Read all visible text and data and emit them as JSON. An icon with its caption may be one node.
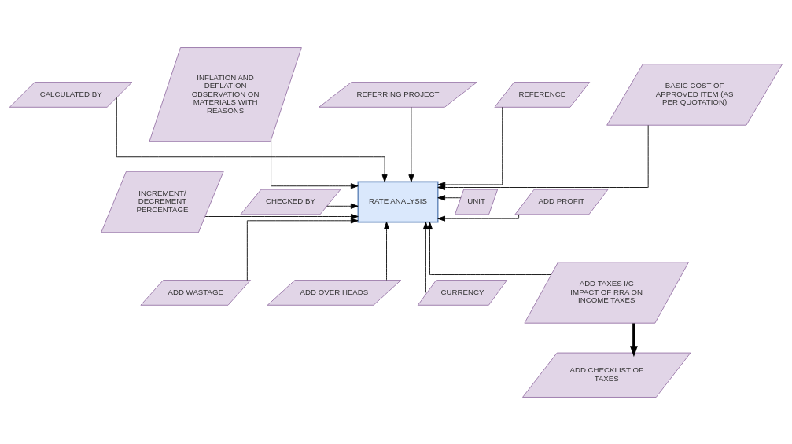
{
  "diagram": {
    "nodes": [
      {
        "text": [
          "CALCULATED BY"
        ]
      },
      {
        "text": [
          "INFLATION AND DEFLATION OBSERVATION ON MATERIALS WITH REASONS"
        ]
      },
      {
        "text": [
          "REFERRING PROJECT"
        ]
      },
      {
        "text": [
          "REFERENCE"
        ]
      },
      {
        "text": [
          "BASIC COST OF APPROVED ITEM (AS PER QUOTATION)"
        ]
      },
      {
        "text": [
          "INCREMENT/ DECREMENT PERCENTAGE"
        ]
      },
      {
        "text": [
          "UNIT"
        ]
      },
      {
        "text": [
          "RATE ANALYSIS"
        ]
      },
      {
        "text": [
          "CHECKED BY"
        ]
      },
      {
        "text": [
          "ADD PROFIT"
        ]
      },
      {
        "text": [
          "ADD WASTAGE"
        ]
      },
      {
        "text": [
          "ADD OVER HEADS"
        ]
      },
      {
        "text": [
          "CURRENCY"
        ]
      },
      {
        "text": [
          "ADD TAXES I/C IMPACT OF RRA ON INCOME TAXES"
        ]
      },
      {
        "text": [
          "ADD CHECKLIST OF TAXES"
        ]
      }
    ],
    "edges": [
      {
        "from": 0,
        "to": 7,
        "arrow": "to"
      },
      {
        "from": 1,
        "to": 7,
        "arrow": "to"
      },
      {
        "from": 2,
        "to": 7,
        "arrow": "to"
      },
      {
        "from": 3,
        "to": 7,
        "arrow": "to"
      },
      {
        "from": 4,
        "to": 7,
        "arrow": "to"
      },
      {
        "from": 5,
        "to": 7,
        "arrow": "to"
      },
      {
        "from": 6,
        "to": 7,
        "arrow": "to"
      },
      {
        "from": 8,
        "to": 7,
        "arrow": "to"
      },
      {
        "from": 9,
        "to": 7,
        "arrow": "to"
      },
      {
        "from": 10,
        "to": 7,
        "arrow": "to"
      },
      {
        "from": 11,
        "to": 7,
        "arrow": "to"
      },
      {
        "from": 12,
        "to": 7,
        "arrow": "to"
      },
      {
        "from": 13,
        "to": 7,
        "arrow": "to"
      },
      {
        "from": 13,
        "to": 14,
        "arrow": "to",
        "style": "thick"
      }
    ]
  }
}
